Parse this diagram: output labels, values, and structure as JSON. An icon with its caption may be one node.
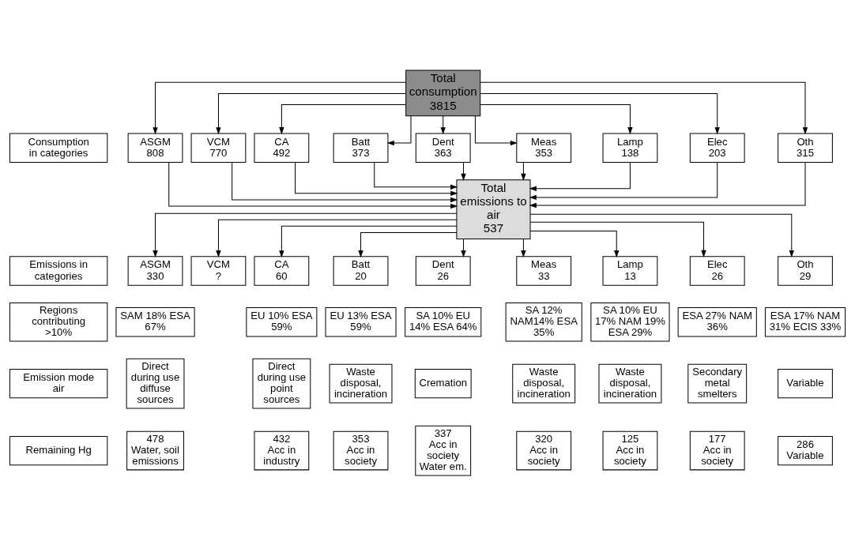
{
  "diagram": {
    "nodes": [
      {
        "text": [
          "Total consumption",
          "3815"
        ]
      },
      {
        "text": [
          "Consumption in categories"
        ]
      },
      {
        "text": [
          "ASGM",
          "808"
        ]
      },
      {
        "text": [
          "VCM",
          "770"
        ]
      },
      {
        "text": [
          "CA",
          "492"
        ]
      },
      {
        "text": [
          "Batt",
          "373"
        ]
      },
      {
        "text": [
          "Dent",
          "363"
        ]
      },
      {
        "text": [
          "Meas",
          "353"
        ]
      },
      {
        "text": [
          "Lamp",
          "138"
        ]
      },
      {
        "text": [
          "Elec",
          "203"
        ]
      },
      {
        "text": [
          "Oth",
          "315"
        ]
      },
      {
        "text": [
          "Total emissions to air",
          "537"
        ]
      },
      {
        "text": [
          "Emissions in categories"
        ]
      },
      {
        "text": [
          "ASGM",
          "330"
        ]
      },
      {
        "text": [
          "VCM",
          "?"
        ]
      },
      {
        "text": [
          "CA",
          "60"
        ]
      },
      {
        "text": [
          "Batt",
          "20"
        ]
      },
      {
        "text": [
          "Dent",
          "26"
        ]
      },
      {
        "text": [
          "Meas",
          "33"
        ]
      },
      {
        "text": [
          "Lamp",
          "13"
        ]
      },
      {
        "text": [
          "Elec",
          "26"
        ]
      },
      {
        "text": [
          "Oth",
          "29"
        ]
      },
      {
        "text": [
          "Regions contributing >10%"
        ]
      },
      {
        "text": [
          "SAM 18% ESA 67%"
        ]
      },
      {
        "text": [
          "EU 10% ESA 59%"
        ]
      },
      {
        "text": [
          "EU 13% ESA 59%"
        ]
      },
      {
        "text": [
          "SA 10% EU 14% ESA 64%"
        ]
      },
      {
        "text": [
          "SA 12% NAM14% ESA 35%"
        ]
      },
      {
        "text": [
          "SA 10% EU 17% NAM 19% ESA 29%"
        ]
      },
      {
        "text": [
          "ESA 27% NAM 36%"
        ]
      },
      {
        "text": [
          "ESA 17% NAM 31% ECIS 33%"
        ]
      },
      {
        "text": [
          "Emission mode air"
        ]
      },
      {
        "text": [
          "Direct during use diffuse sources"
        ]
      },
      {
        "text": [
          "Direct during use point sources"
        ]
      },
      {
        "text": [
          "Waste disposal, incineration"
        ]
      },
      {
        "text": [
          "Cremation"
        ]
      },
      {
        "text": [
          "Waste disposal, incineration"
        ]
      },
      {
        "text": [
          "Waste disposal, incineration"
        ]
      },
      {
        "text": [
          "Secondary metal smelters"
        ]
      },
      {
        "text": [
          "Variable"
        ]
      },
      {
        "text": [
          "Remaining Hg"
        ]
      },
      {
        "text": [
          "478",
          "Water, soil emissions"
        ]
      },
      {
        "text": [
          "432",
          "Acc in industry"
        ]
      },
      {
        "text": [
          "353",
          "Acc in society"
        ]
      },
      {
        "text": [
          "337",
          "Acc in society Water em."
        ]
      },
      {
        "text": [
          "320",
          "Acc in society"
        ]
      },
      {
        "text": [
          "125",
          "Acc in society"
        ]
      },
      {
        "text": [
          "177",
          "Acc in society"
        ]
      },
      {
        "text": [
          "286",
          "Variable"
        ]
      }
    ],
    "edges": [
      {
        "from": 0,
        "to": 2,
        "arrow": "to"
      },
      {
        "from": 0,
        "to": 3,
        "arrow": "to"
      },
      {
        "from": 0,
        "to": 4,
        "arrow": "to"
      },
      {
        "from": 0,
        "to": 5,
        "arrow": "to"
      },
      {
        "from": 0,
        "to": 6,
        "arrow": "to"
      },
      {
        "from": 0,
        "to": 7,
        "arrow": "to"
      },
      {
        "from": 0,
        "to": 8,
        "arrow": "to"
      },
      {
        "from": 0,
        "to": 9,
        "arrow": "to"
      },
      {
        "from": 0,
        "to": 10,
        "arrow": "to"
      },
      {
        "from": 2,
        "to": 11,
        "arrow": "to"
      },
      {
        "from": 3,
        "to": 11,
        "arrow": "to"
      },
      {
        "from": 4,
        "to": 11,
        "arrow": "to"
      },
      {
        "from": 5,
        "to": 11,
        "arrow": "to"
      },
      {
        "from": 6,
        "to": 11,
        "arrow": "to"
      },
      {
        "from": 7,
        "to": 11,
        "arrow": "to"
      },
      {
        "from": 8,
        "to": 11,
        "arrow": "to"
      },
      {
        "from": 9,
        "to": 11,
        "arrow": "to"
      },
      {
        "from": 10,
        "to": 11,
        "arrow": "to"
      },
      {
        "from": 11,
        "to": 13,
        "arrow": "to"
      },
      {
        "from": 11,
        "to": 14,
        "arrow": "to"
      },
      {
        "from": 11,
        "to": 15,
        "arrow": "to"
      },
      {
        "from": 11,
        "to": 16,
        "arrow": "to"
      },
      {
        "from": 11,
        "to": 17,
        "arrow": "to"
      },
      {
        "from": 11,
        "to": 18,
        "arrow": "to"
      },
      {
        "from": 11,
        "to": 19,
        "arrow": "to"
      },
      {
        "from": 11,
        "to": 20,
        "arrow": "to"
      },
      {
        "from": 11,
        "to": 21,
        "arrow": "to"
      }
    ]
  }
}
